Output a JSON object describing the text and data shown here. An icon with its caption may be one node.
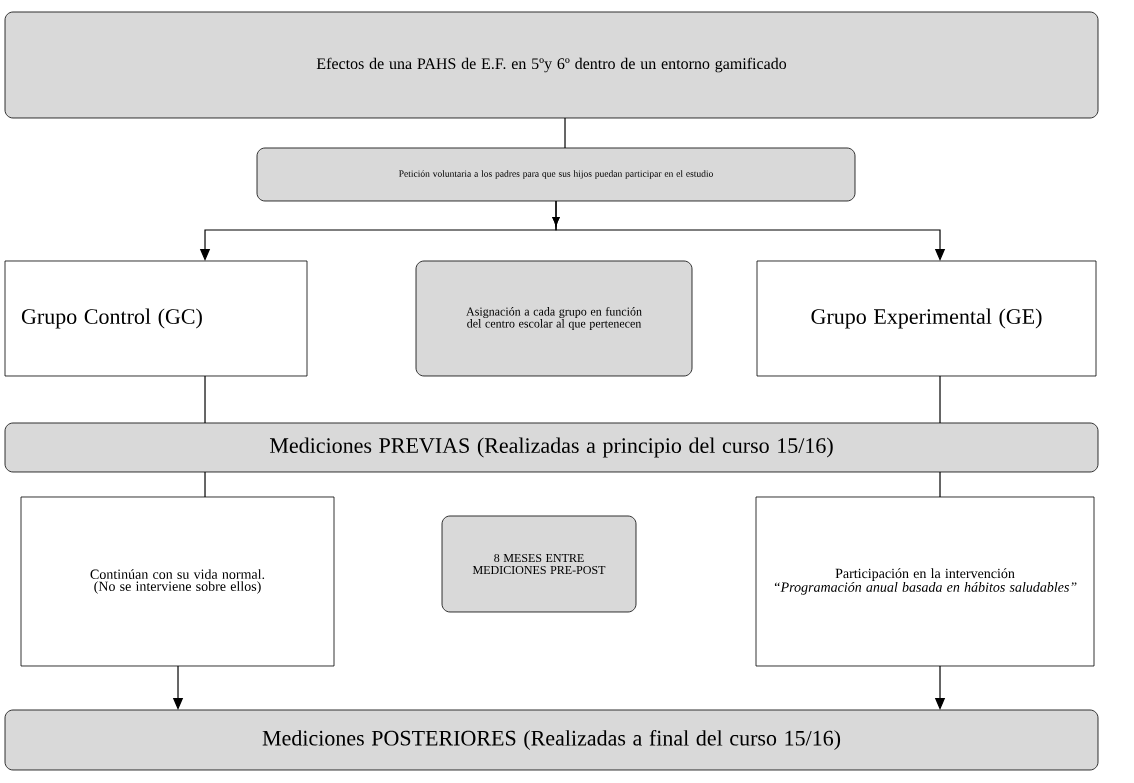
{
  "diagram": {
    "nodes": [
      {
        "text": [
          "Efectos de una PAHS de E.F. en 5ºy 6º dentro de un entorno gamificado"
        ]
      },
      {
        "text": [
          "Petición voluntaria a los padres para que sus hijos puedan participar en el estudio"
        ]
      },
      {
        "text": [
          "Grupo Control (GC)"
        ]
      },
      {
        "text": [
          "Asignación a cada grupo en función del centro escolar al que pertenecen"
        ]
      },
      {
        "text": [
          "Grupo Experimental (GE)"
        ]
      },
      {
        "text": [
          "Mediciones PREVIAS (Realizadas a principio del curso 15/16)"
        ]
      },
      {
        "text": [
          "Continúan con su vida normal. (No se interviene sobre ellos)"
        ]
      },
      {
        "text": [
          "8 MESES ENTRE MEDICIONES PRE-POST"
        ]
      },
      {
        "text": [
          "Participación en la intervención",
          "“Programación anual basada en hábitos saludables”"
        ]
      },
      {
        "text": [
          "Mediciones POSTERIORES (Realizadas a final del curso 15/16)"
        ]
      }
    ],
    "edges": [
      {
        "from": 0,
        "to": 1,
        "arrow": "none"
      },
      {
        "from": 1,
        "to": 2,
        "arrow": "to"
      },
      {
        "from": 1,
        "to": 4,
        "arrow": "to"
      },
      {
        "from": 2,
        "to": 5,
        "arrow": "none"
      },
      {
        "from": 4,
        "to": 5,
        "arrow": "none"
      },
      {
        "from": 5,
        "to": 6,
        "arrow": "none"
      },
      {
        "from": 5,
        "to": 8,
        "arrow": "none"
      },
      {
        "from": 6,
        "to": 9,
        "arrow": "to"
      },
      {
        "from": 8,
        "to": 9,
        "arrow": "to"
      }
    ]
  }
}
